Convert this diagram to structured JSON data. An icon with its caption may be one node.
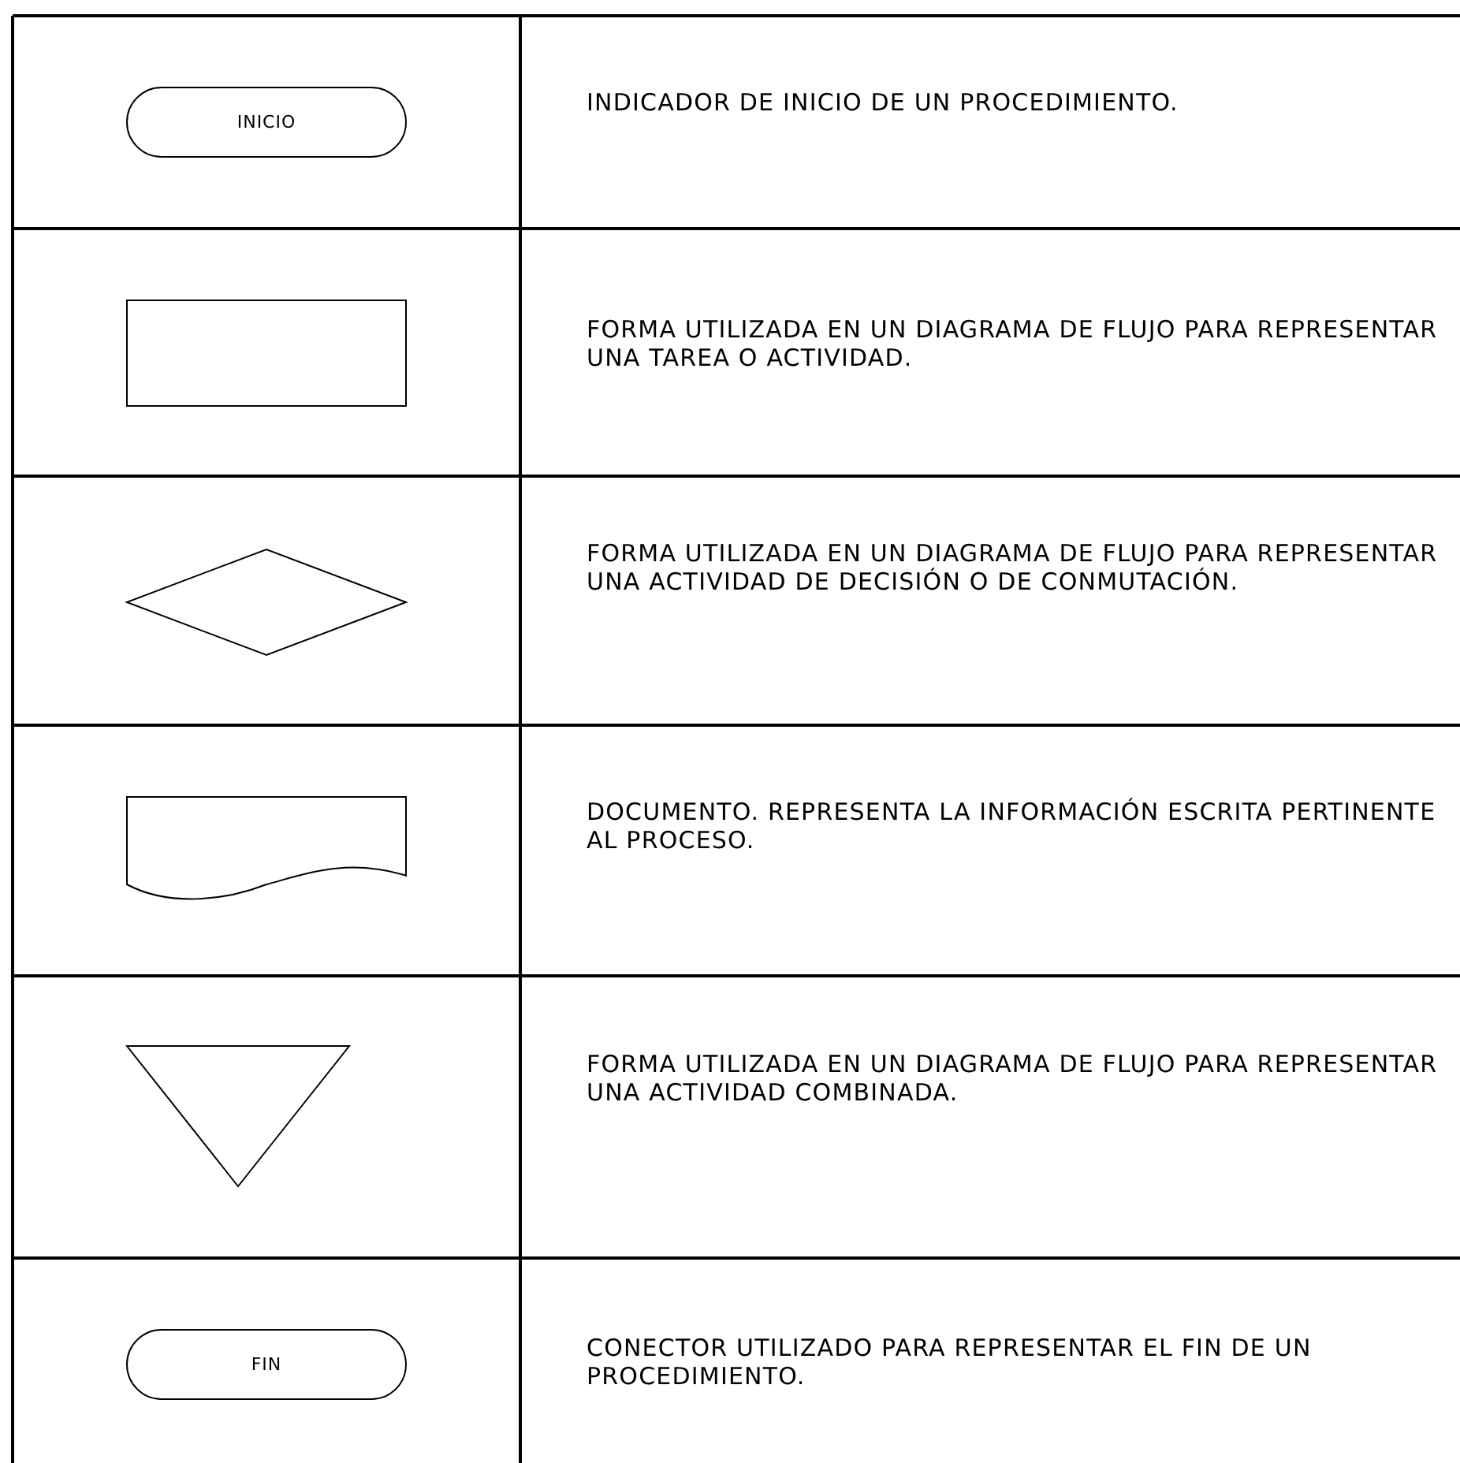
{
  "diagram": {
    "nodes": [
      {
        "text": [
          "INICIO"
        ]
      },
      {
        "text": [],
        "shape": "box"
      },
      {
        "text": [],
        "shape": "diamond"
      },
      {
        "text": [],
        "shape": "document"
      },
      {
        "text": [],
        "shape": "triangle"
      },
      {
        "text": [
          "FIN"
        ]
      }
    ],
    "labels": [
      "INDICADOR DE INICIO DE UN PROCEDIMIENTO.",
      "FORMA UTILIZADA EN UN DIAGRAMA DE FLUJO PARA REPRESENTAR UNA TAREA O ACTIVIDAD.",
      "FORMA UTILIZADA EN UN DIAGRAMA DE FLUJO PARA REPRESENTAR UNA ACTIVIDAD DE DECISIÓN O DE CONMUTACIÓN.",
      "DOCUMENTO. REPRESENTA LA INFORMACIÓN ESCRITA PERTINENTE AL PROCESO.",
      "FORMA UTILIZADA EN UN DIAGRAMA DE FLUJO PARA REPRESENTAR UNA ACTIVIDAD COMBINADA.",
      "CONECTOR UTILIZADO PARA REPRESENTAR EL FIN DE UN PROCEDIMIENTO."
    ]
  }
}
